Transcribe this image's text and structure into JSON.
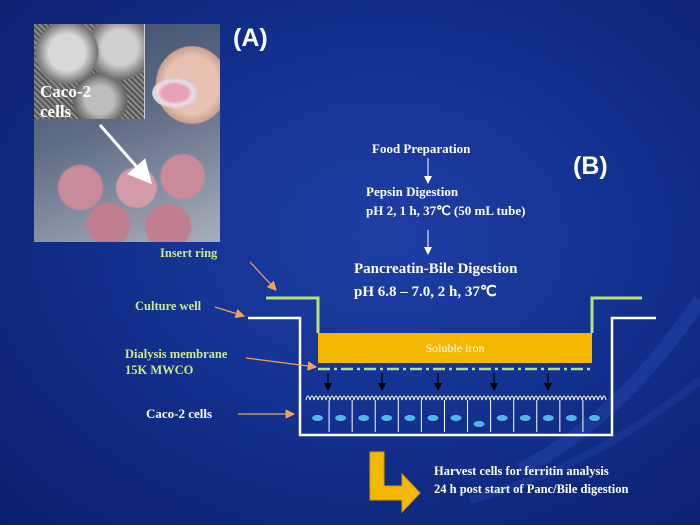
{
  "panels": {
    "a": "(A)",
    "b": "(B)"
  },
  "photo": {
    "label_line1": "Caco-2",
    "label_line2": "cells"
  },
  "steps": {
    "food": "Food Preparation",
    "pepsin_title": "Pepsin Digestion",
    "pepsin_conditions": "pH 2, 1 h, 37℃ (50 mL tube)",
    "pancreatin_title": "Pancreatin-Bile Digestion",
    "pancreatin_conditions": "pH 6.8 – 7.0, 2 h, 37℃"
  },
  "labels": {
    "insert_ring": "Insert ring",
    "culture_well": "Culture well",
    "dialysis_line1": "Dialysis membrane",
    "dialysis_line2": "15K MWCO",
    "caco2_cells": "Caco-2 cells",
    "soluble_iron": "Soluble iron"
  },
  "harvest": {
    "line1": "Harvest cells for ferritin analysis",
    "line2": "24 h post start of Panc/Bile digestion"
  },
  "colors": {
    "background": "#13318f",
    "insert_ring": "#b8e07a",
    "soluble_iron": "#f5b800",
    "harvest_arrow": "#f5b800",
    "cell_nucleus": "#4fb6e8",
    "pointer_arrow": "#f4a15a"
  }
}
